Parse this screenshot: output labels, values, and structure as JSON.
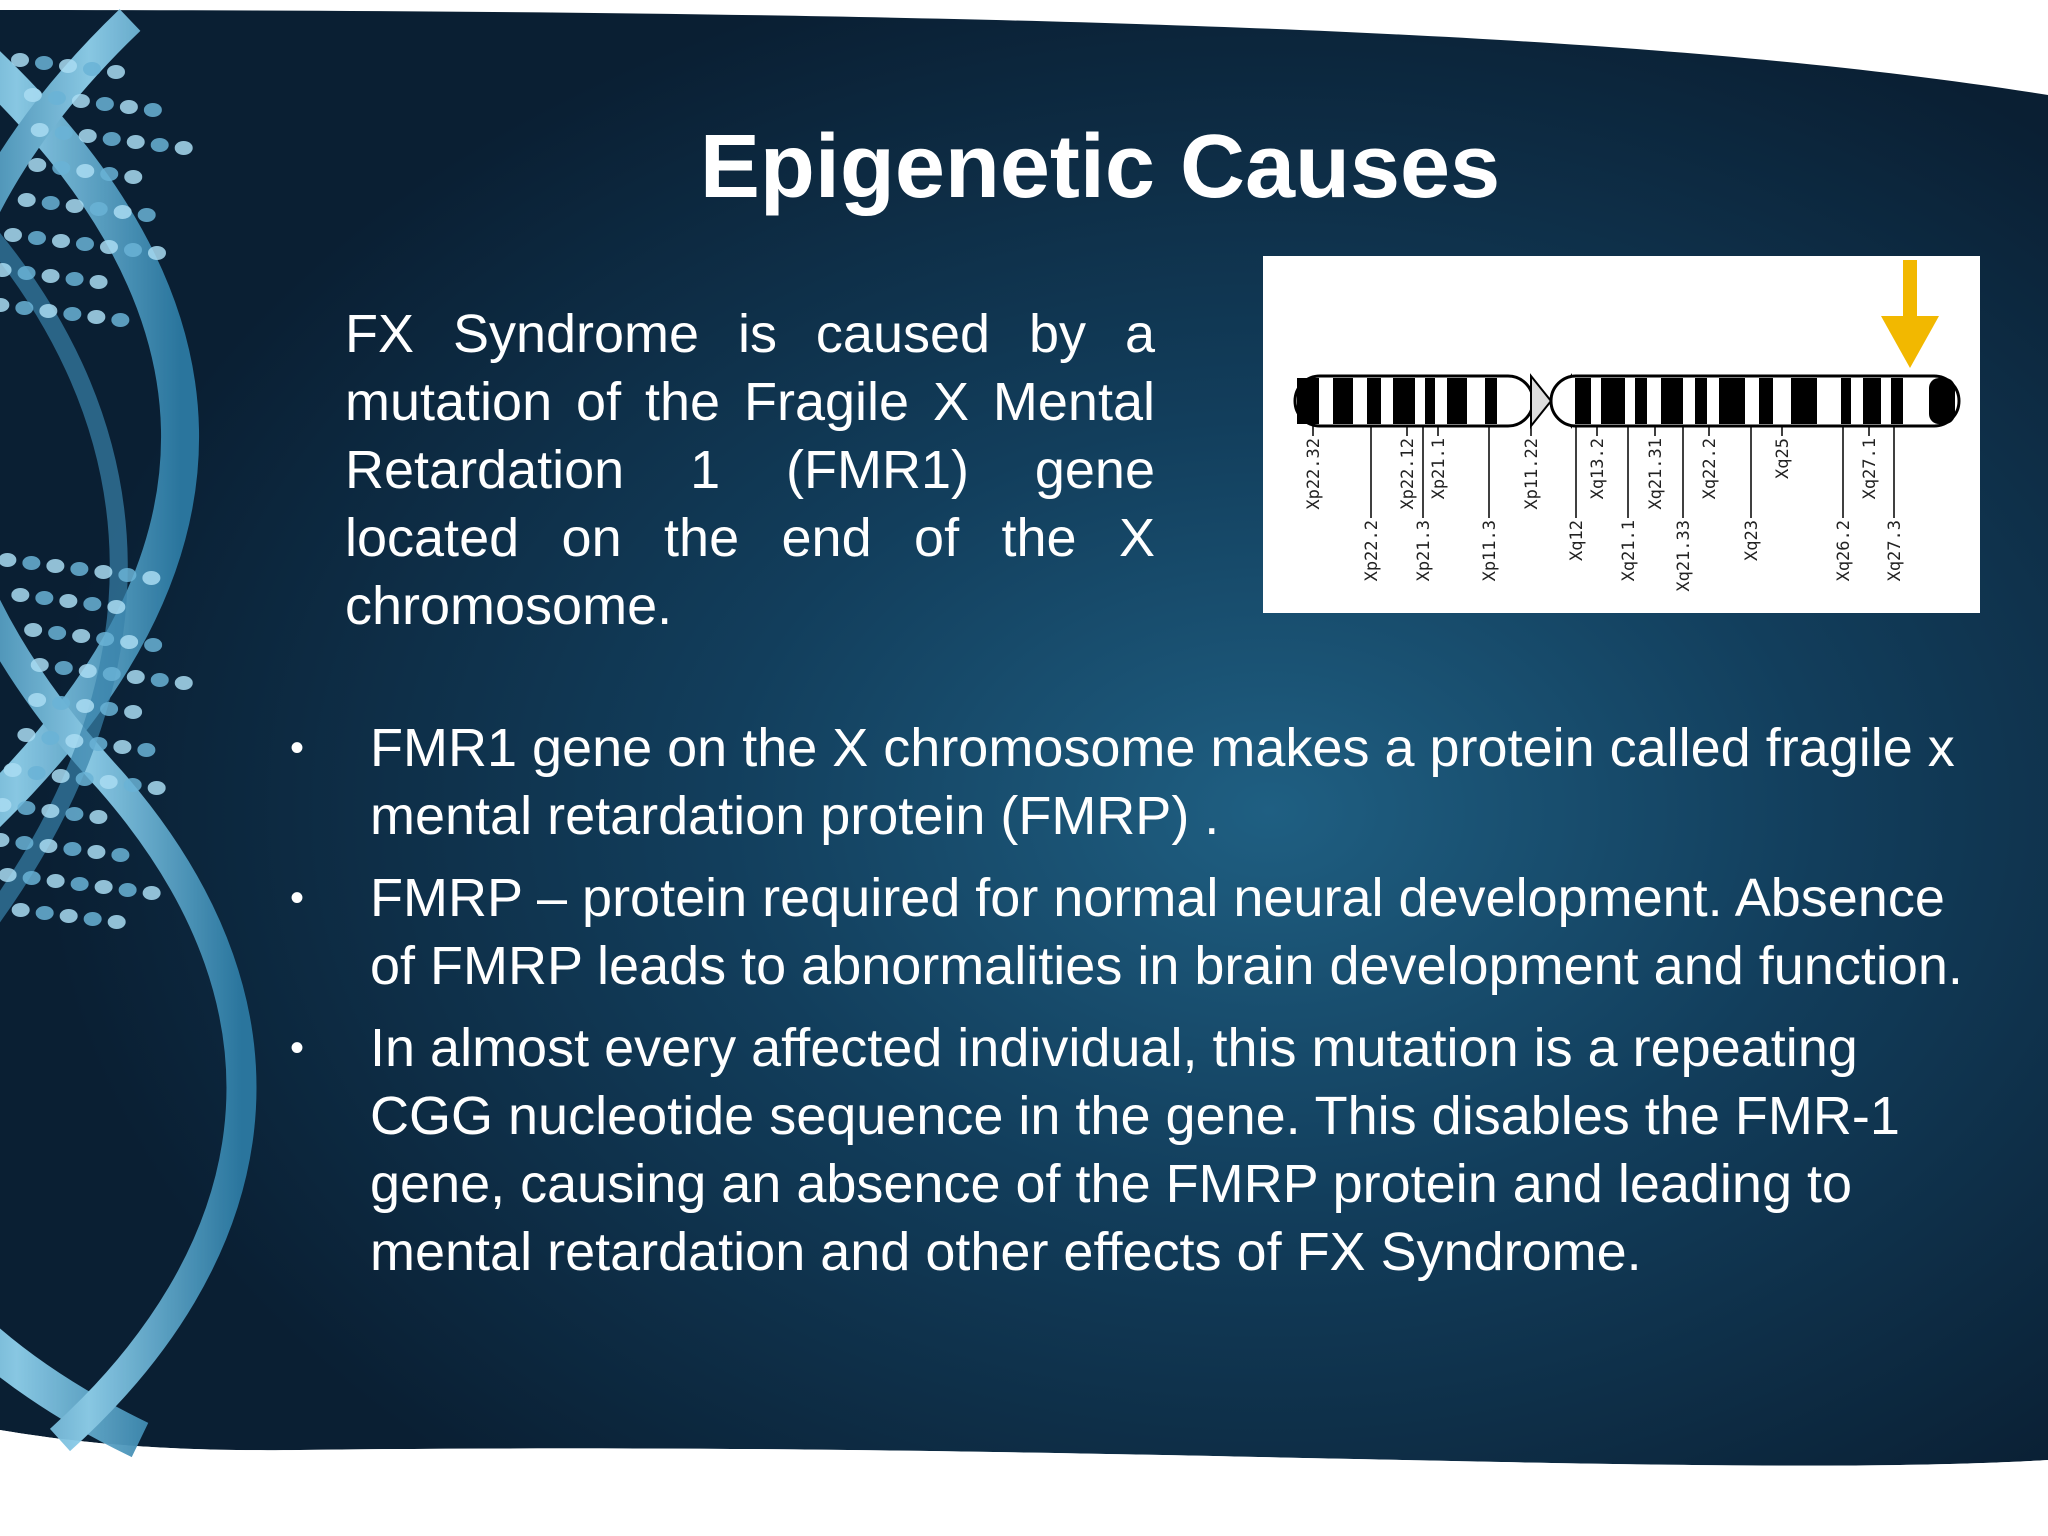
{
  "slide": {
    "title": "Epigenetic Causes",
    "intro_text": "FX Syndrome is caused by a mutation of the Fragile X Mental Retardation 1 (FMR1) gene located on the end of the X chromosome.",
    "bullets": [
      "FMR1 gene on the X chromosome makes a protein called fragile x mental retardation protein (FMRP) .",
      "FMRP – protein required for normal neural development. Absence of FMRP leads to abnormalities in brain development and function.",
      "In almost every affected individual, this mutation is a repeating CGG nucleotide sequence in the gene. This disables the FMR-1 gene, causing an absence of the FMRP protein and leading to mental retardation and other effects of FX Syndrome."
    ],
    "bullet_glyph": "•"
  },
  "ideogram": {
    "bands_upper": [
      "Xp22.32",
      "Xp22.12",
      "Xp21.1",
      "Xp11.22",
      "Xq13.2",
      "Xq21.31",
      "Xq22.2",
      "Xq25",
      "Xq27.1"
    ],
    "bands_lower": [
      "Xp22.2",
      "Xp21.3",
      "Xp11.3",
      "Xq12",
      "Xq21.1",
      "Xq21.33",
      "Xq23",
      "Xq26.2",
      "Xq27.3"
    ],
    "arrow_color": "#f2b800"
  },
  "colors": {
    "background_dark": "#0b2236",
    "background_light": "#1d5d7f",
    "text": "#ffffff",
    "dna_helix": "#4a9bc0"
  }
}
